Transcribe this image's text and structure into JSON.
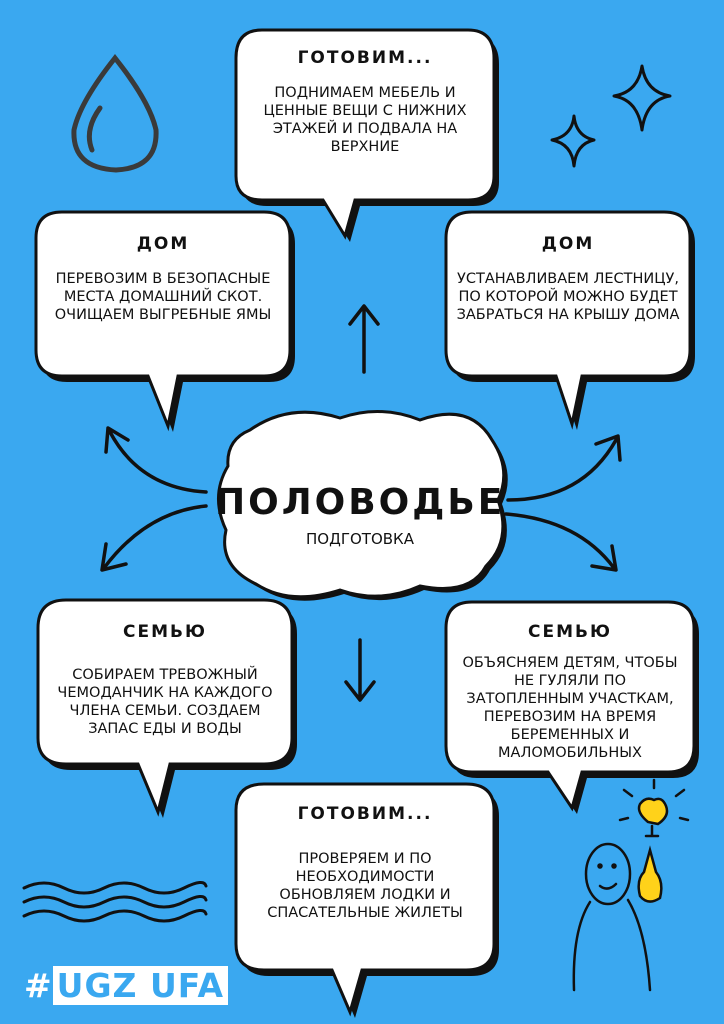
{
  "center": {
    "title": "ПОЛОВОДЬЕ",
    "subtitle": "ПОДГОТОВКА"
  },
  "bubbles": {
    "top": {
      "title": "ГОТОВИМ...",
      "text": "ПОДНИМАЕМ МЕБЕЛЬ И ЦЕННЫЕ ВЕЩИ С НИЖНИХ ЭТАЖЕЙ И ПОДВАЛА НА ВЕРХНИЕ"
    },
    "left_upper": {
      "title": "ДОМ",
      "text": "ПЕРЕВОЗИМ В БЕЗОПАСНЫЕ МЕСТА ДОМАШНИЙ СКОТ. ОЧИЩАЕМ ВЫГРЕБНЫЕ ЯМЫ"
    },
    "right_upper": {
      "title": "ДОМ",
      "text": "УСТАНАВЛИВАЕМ ЛЕСТНИЦУ, ПО КОТОРОЙ МОЖНО БУДЕТ ЗАБРАТЬСЯ НА КРЫШУ ДОМА"
    },
    "left_lower": {
      "title": "СЕМЬЮ",
      "text": "СОБИРАЕМ ТРЕВОЖНЫЙ ЧЕМОДАНЧИК НА КАЖДОГО ЧЛЕНА СЕМЬИ. СОЗДАЕМ ЗАПАС ЕДЫ И ВОДЫ"
    },
    "right_lower": {
      "title": "СЕМЬЮ",
      "text": "ОБЪЯСНЯЕМ ДЕТЯМ, ЧТОБЫ НЕ ГУЛЯЛИ ПО ЗАТОПЛЕННЫМ УЧАСТКАМ, ПЕРЕВОЗИМ НА ВРЕМЯ БЕРЕМЕННЫХ И МАЛОМОБИЛЬНЫХ"
    },
    "bottom": {
      "title": "ГОТОВИМ...",
      "text": "ПРОВЕРЯЕМ И ПО НЕОБХОДИМОСТИ ОБНОВЛЯЕМ ЛОДКИ И СПАСАТЕЛЬНЫЕ ЖИЛЕТЫ"
    }
  },
  "hashtag": {
    "hash": "#",
    "tag": "UGZ UFA"
  },
  "colors": {
    "background": "#3aa8f0",
    "bubble": "#ffffff",
    "ink": "#111111"
  },
  "icons": [
    "water-drop-icon",
    "sparkle-stars-icon",
    "waves-icon",
    "lightbulb-person-icon"
  ]
}
